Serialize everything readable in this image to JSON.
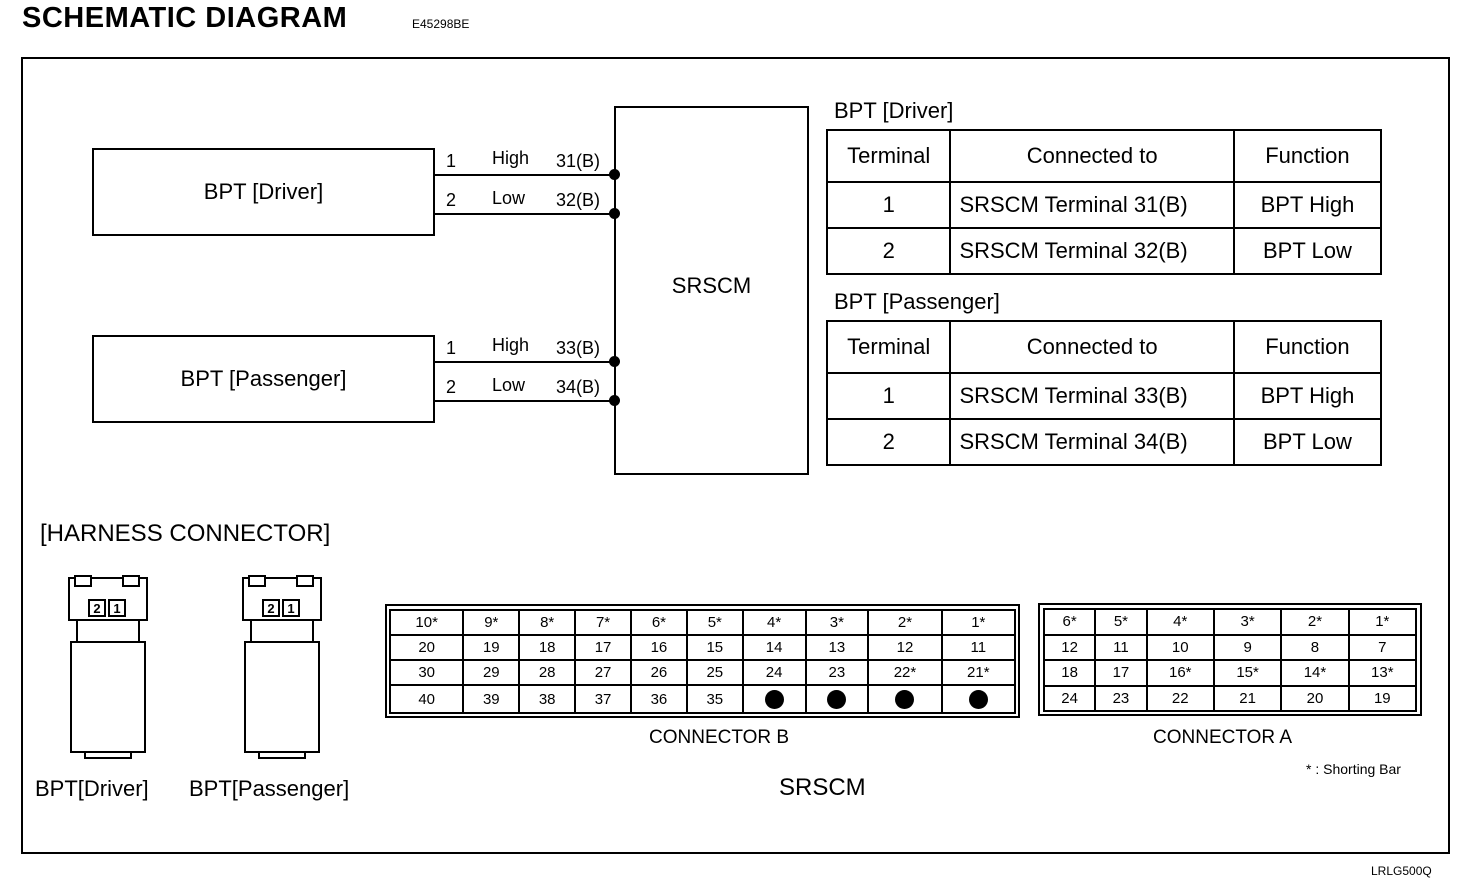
{
  "header": {
    "title": "SCHEMATIC DIAGRAM",
    "code": "E45298BE"
  },
  "schematic": {
    "bpt_driver_box": "BPT [Driver]",
    "bpt_passenger_box": "BPT [Passenger]",
    "srscm_box": "SRSCM",
    "driver_wires": [
      {
        "pin": "1",
        "signal": "High",
        "terminal": "31(B)"
      },
      {
        "pin": "2",
        "signal": "Low",
        "terminal": "32(B)"
      }
    ],
    "passenger_wires": [
      {
        "pin": "1",
        "signal": "High",
        "terminal": "33(B)"
      },
      {
        "pin": "2",
        "signal": "Low",
        "terminal": "34(B)"
      }
    ]
  },
  "tables": {
    "driver": {
      "caption": "BPT [Driver]",
      "headers": [
        "Terminal",
        "Connected to",
        "Function"
      ],
      "rows": [
        [
          "1",
          "SRSCM Terminal 31(B)",
          "BPT High"
        ],
        [
          "2",
          "SRSCM Terminal 32(B)",
          "BPT Low"
        ]
      ]
    },
    "passenger": {
      "caption": "BPT [Passenger]",
      "headers": [
        "Terminal",
        "Connected to",
        "Function"
      ],
      "rows": [
        [
          "1",
          "SRSCM Terminal 33(B)",
          "BPT High"
        ],
        [
          "2",
          "SRSCM Terminal 34(B)",
          "BPT Low"
        ]
      ]
    }
  },
  "harness": {
    "heading": "[HARNESS CONNECTOR]",
    "plug_pins": [
      "2",
      "1"
    ],
    "plug_labels": [
      "BPT[Driver]",
      "BPT[Passenger]"
    ],
    "srscm_label": "SRSCM",
    "connector_b": {
      "label": "CONNECTOR B",
      "rows": [
        [
          "10*",
          "9*",
          "8*",
          "7*",
          "6*",
          "5*",
          "4*",
          "3*",
          "2*",
          "1*"
        ],
        [
          "20",
          "19",
          "18",
          "17",
          "16",
          "15",
          "14",
          "13",
          "12",
          "11"
        ],
        [
          "30",
          "29",
          "28",
          "27",
          "26",
          "25",
          "24",
          "23",
          "22*",
          "21*"
        ],
        [
          "40",
          "39",
          "38",
          "37",
          "36",
          "35",
          "",
          "",
          "",
          ""
        ]
      ],
      "filled_cells": [
        [
          3,
          6
        ],
        [
          3,
          7
        ],
        [
          3,
          8
        ],
        [
          3,
          9
        ]
      ]
    },
    "connector_a": {
      "label": "CONNECTOR A",
      "rows": [
        [
          "6*",
          "5*",
          "4*",
          "3*",
          "2*",
          "1*"
        ],
        [
          "12",
          "11",
          "10",
          "9",
          "8",
          "7"
        ],
        [
          "18",
          "17",
          "16*",
          "15*",
          "14*",
          "13*"
        ],
        [
          "24",
          "23",
          "22",
          "21",
          "20",
          "19"
        ]
      ]
    },
    "note": "* : Shorting Bar"
  },
  "footer_code": "LRLG500Q"
}
